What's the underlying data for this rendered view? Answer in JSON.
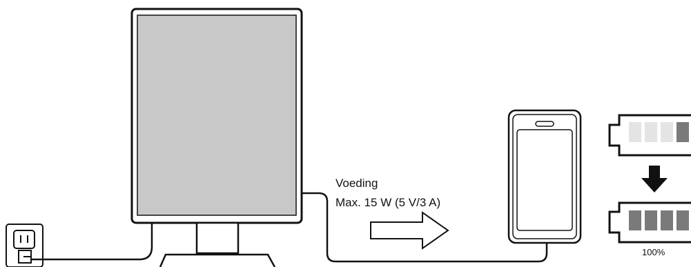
{
  "labels": {
    "power": "Voeding",
    "spec": "Max. 15 W (5 V/3 A)",
    "battery_full": "100%"
  },
  "colors": {
    "stroke": "#111111",
    "screen": "#c8c8c8",
    "battery_empty": "#e4e4e4",
    "battery_full": "#7a7a7a"
  },
  "battery_levels": {
    "before": 0.25,
    "after": 1.0
  },
  "icons": [
    "wall-outlet-icon",
    "monitor-icon",
    "cable-line",
    "arrow-right-icon",
    "smartphone-icon",
    "battery-icon",
    "arrow-down-icon"
  ]
}
